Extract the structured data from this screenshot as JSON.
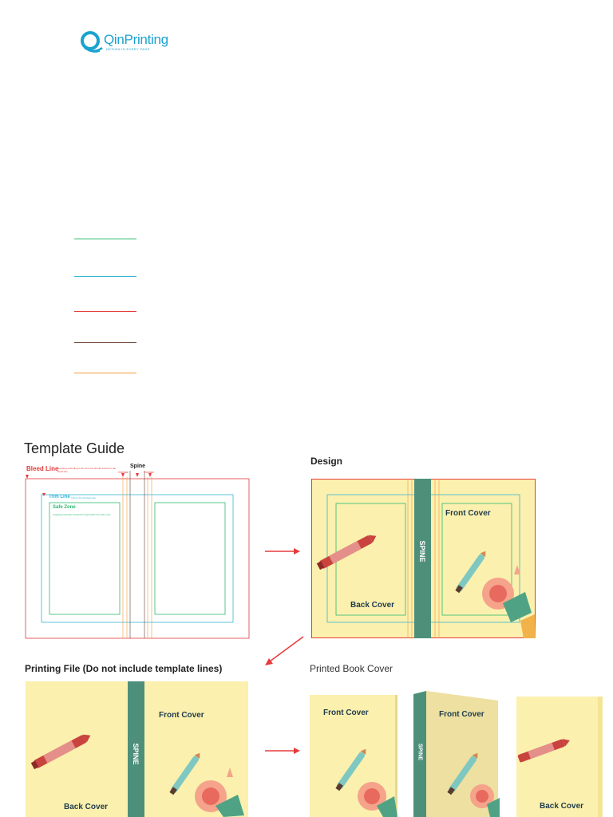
{
  "brand": {
    "name": "QinPrinting",
    "tagline": "DESIGN IN EVERY PAGE"
  },
  "legend": {
    "colors": [
      "#2bbb6e",
      "#35b6d5",
      "#e53b3b",
      "#6b3a2a",
      "#f29a3a"
    ]
  },
  "guide": {
    "title": "Template Guide",
    "bleed_label": "Bleed Line",
    "bleed_desc": "Anything extending to the trim line should extend to the bleed line",
    "trim_label": "Trim Line",
    "trim_desc": "This is the finished size",
    "safe_label": "Safe Zone",
    "safe_desc": "Anything important should be kept within the safe zone",
    "spine_label": "Spine",
    "crease_left": "Crease",
    "crease_right": "Crease"
  },
  "design": {
    "title": "Design",
    "front_cover": "Front Cover",
    "back_cover": "Back Cover",
    "spine": "SPINE"
  },
  "printing_file": {
    "title": "Printing File (Do not include template lines)",
    "front_cover": "Front Cover",
    "back_cover": "Back Cover",
    "spine": "SPINE"
  },
  "printed": {
    "title": "Printed Book Cover",
    "front_cover_1": "Front Cover",
    "front_cover_2": "Front Cover",
    "back_cover": "Back Cover",
    "spine": "SPINE"
  },
  "colors": {
    "cover": "#fbf0ae",
    "spine": "#4e8f7a",
    "accent": "#1aa3cf",
    "arrow": "#e53b3b"
  }
}
